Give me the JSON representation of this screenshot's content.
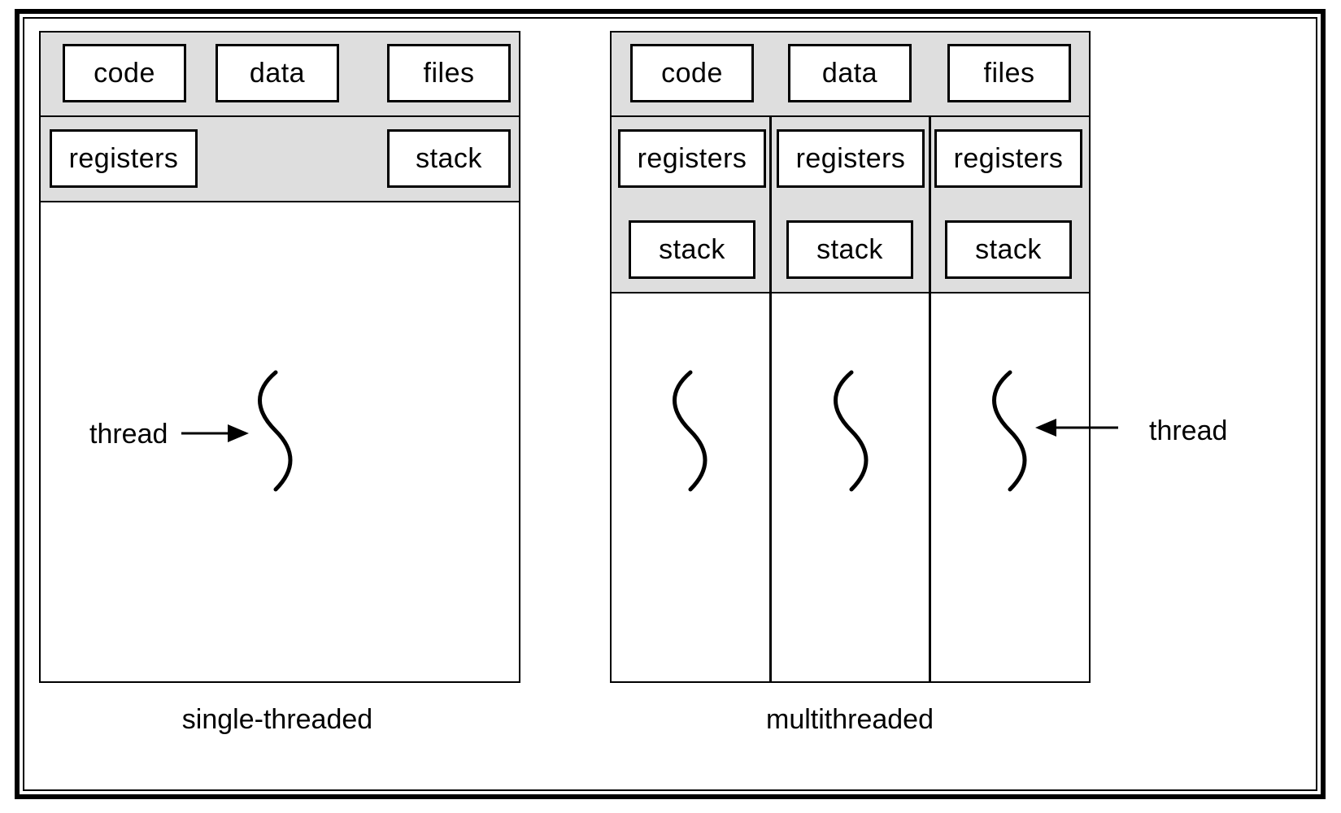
{
  "single": {
    "caption": "single-threaded",
    "shared": {
      "code": "code",
      "data": "data",
      "files": "files"
    },
    "thread_parts": {
      "registers": "registers",
      "stack": "stack"
    },
    "thread_label": "thread"
  },
  "multi": {
    "caption": "multithreaded",
    "shared": {
      "code": "code",
      "data": "data",
      "files": "files"
    },
    "threads": [
      {
        "registers": "registers",
        "stack": "stack"
      },
      {
        "registers": "registers",
        "stack": "stack"
      },
      {
        "registers": "registers",
        "stack": "stack"
      }
    ],
    "thread_label": "thread"
  }
}
